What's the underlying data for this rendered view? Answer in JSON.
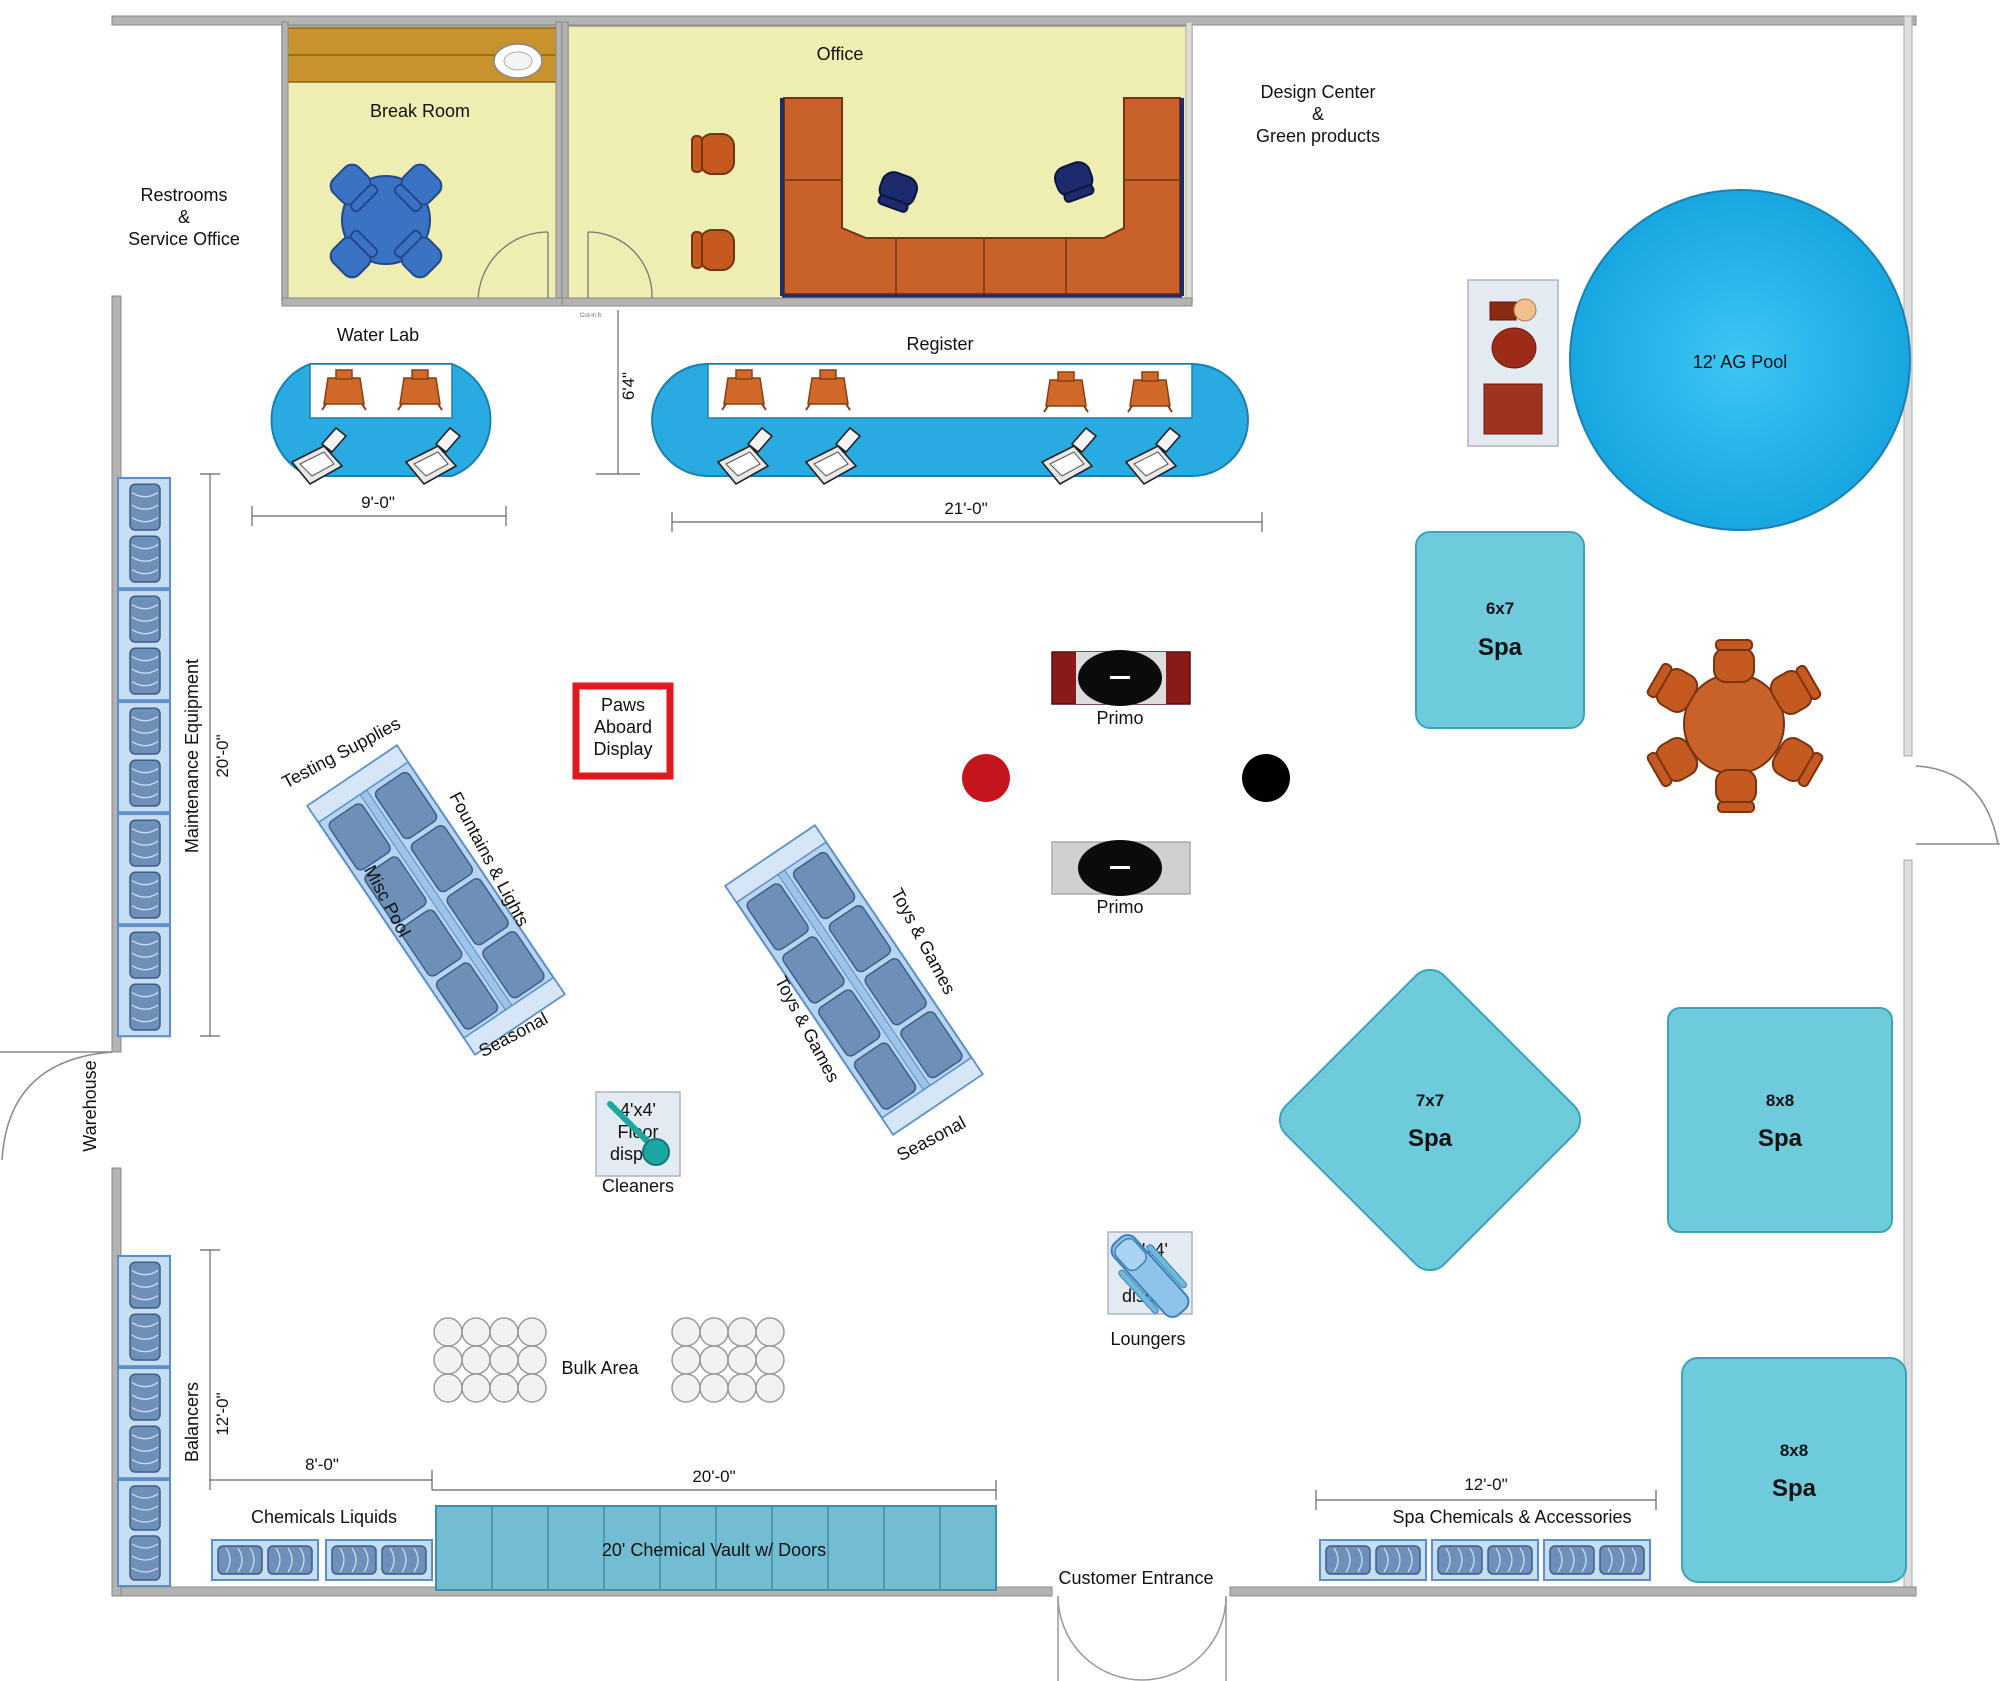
{
  "labels": {
    "restrooms": [
      "Restrooms",
      "&",
      "Service Office"
    ],
    "break_room": "Break Room",
    "office": "Office",
    "design_center": [
      "Design Center",
      "&",
      "Green products"
    ],
    "water_lab": "Water Lab",
    "register": "Register",
    "ag_pool": "12' AG Pool",
    "maintenance": "Maintenance Equipment",
    "warehouse": "Warehouse",
    "balancers": "Balancers",
    "paws_aboard": [
      "Paws",
      "Aboard",
      "Display"
    ],
    "primo": "Primo",
    "testing_supplies": "Testing Supplies",
    "fountains_lights": "Fountains & Lights",
    "misc_pool": "Misc Pool",
    "seasonal": "Seasonal",
    "toys_games": "Toys & Games",
    "floor_display": [
      "4'x4'",
      "Floor",
      "display"
    ],
    "cleaners": "Cleaners",
    "loungers_display": [
      "4'x4'",
      "display"
    ],
    "loungers": "Loungers",
    "bulk_area": "Bulk Area",
    "chemicals_liquids": "Chemicals  Liquids",
    "chemical_vault": "20' Chemical Vault w/ Doors",
    "customer_entrance": "Customer Entrance",
    "spa_chemicals": "Spa Chemicals & Accessories",
    "spa_word": "Spa",
    "spa_6x7": "6x7",
    "spa_7x7": "7x7",
    "spa_8x8": "8x8",
    "small_note": "Cut-in fr."
  },
  "dimensions": {
    "water_lab_width": "9'-0\"",
    "register_width": "21'-0\"",
    "register_gap": "6'4\"",
    "maintenance_length": "20'-0\"",
    "balancers_length": "12'-0\"",
    "chemicals_width": "8'-0\"",
    "vault_width": "20'-0\"",
    "spa_chem_width": "12'-0\""
  },
  "colors": {
    "wall": "#b3b3b3",
    "room_fill": "#eeeeb2",
    "counter_blue": "#29abe2",
    "pool_blue": "#1fb4ea",
    "spa_blue": "#6dcbdc",
    "vault_blue": "#72bdd2",
    "orange": "#c8622a",
    "navy": "#1d2a6b",
    "chair_blue": "#3a72c4",
    "red": "#d7191c",
    "shelf_blue": "#b8d4ee"
  }
}
